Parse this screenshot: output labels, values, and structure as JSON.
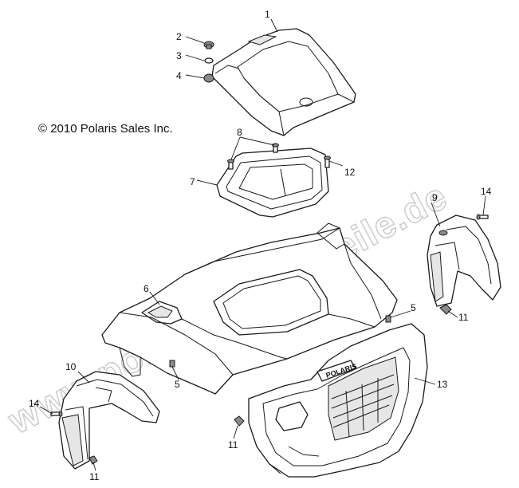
{
  "copyright": "© 2010 Polaris Sales Inc.",
  "watermark": "www.polaris-ersatzteile.de",
  "callouts": {
    "c1": "1",
    "c2": "2",
    "c3": "3",
    "c4": "4",
    "c5a": "5",
    "c5b": "5",
    "c6": "6",
    "c7": "7",
    "c8": "8",
    "c9": "9",
    "c10": "10",
    "c11a": "11",
    "c11b": "11",
    "c11c": "11",
    "c12": "12",
    "c13": "13",
    "c14a": "14",
    "c14b": "14"
  },
  "grille_brand_text": "POLARIS"
}
